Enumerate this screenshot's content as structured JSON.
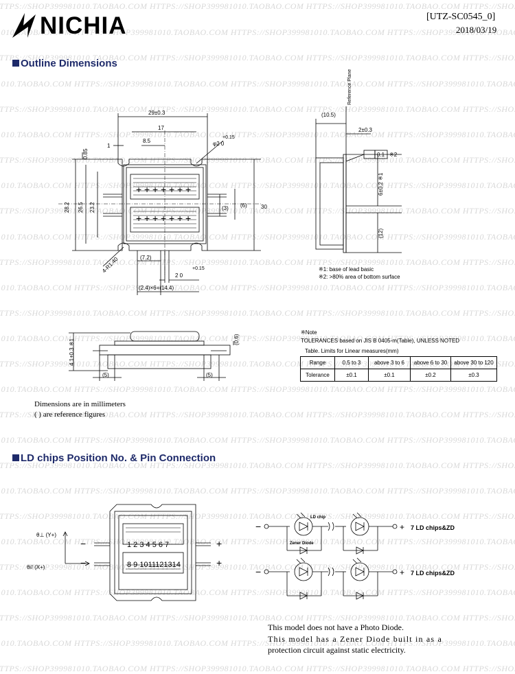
{
  "header": {
    "brand": "NICHIA",
    "doc_id": "[UTZ-SC0545_0]",
    "date": "2018/03/19"
  },
  "watermark": "HTTPS://SHOP399981010.TAOBAO.COM",
  "sections": {
    "outline": "Outline Dimensions",
    "chips": "LD chips Position No. & Pin Connection"
  },
  "top_view": {
    "dims": {
      "width": "29±0.3",
      "pitch17": "17",
      "d85": "8.5",
      "d1": "1",
      "hole": "φ2  0",
      "hole_tol": "+0.15",
      "d085": "0.85",
      "h282": "28.2",
      "h265": "26.5",
      "h232": "23.2",
      "h30": "30",
      "d3": "(3)",
      "d6": "(6)",
      "r140": "4-R1.40",
      "d72": "(7.2)",
      "pin": "2  0",
      "pin_tol": "+0.15",
      "pitch": "(2.4)×6=(14.4)"
    }
  },
  "side_view": {
    "dims": {
      "ref_plane": "Reference Plane",
      "d105": "(10.5)",
      "d2": "2±0.3",
      "flat": "0.1",
      "flat_mark": "※2",
      "d6": "6±0.2 ※1",
      "d12": "(12)"
    },
    "notes": [
      "※1: base of lead basic",
      "※2: >80% area of bottom surface"
    ]
  },
  "front_view": {
    "dims": {
      "h41": "4.1±0.3 ※1",
      "d06": "(0.6)",
      "d5l": "(5)",
      "d5r": "(5)"
    }
  },
  "tolerance": {
    "note_title": "※Note",
    "line1": "TOLERANCES based on JIS B 0405-m(Table), UNLESS NOTED",
    "line2": "Table. Limits for Linear measures(mm)",
    "headers": [
      "Range",
      "0.5 to 3",
      "above 3 to 6",
      "above 6 to 30",
      "above 30 to 120"
    ],
    "row": [
      "Tolerance",
      "±0.1",
      "±0.1",
      "±0.2",
      "±0.3"
    ]
  },
  "dimension_notes": [
    "Dimensions are in millimeters",
    "( ) are reference figures"
  ],
  "chip_diagram": {
    "row1": "1 2 3 4 5 6 7",
    "row2": "8 9 1011121314",
    "axis_y": "θ⊥ (Y+)",
    "axis_x": "θ// (X+)",
    "minus": "−",
    "plus": "+"
  },
  "circuit": {
    "ld_chip": "LD chip",
    "zener": "Zener Diode",
    "label_top": "7 LD chips&ZD",
    "label_bottom": "7 LD chips&ZD",
    "minus": "−",
    "plus": "+"
  },
  "footer_notes": [
    "This model does not have a Photo Diode.",
    "This model has a Zener Diode built in as a",
    "protection circuit against static electricity."
  ]
}
